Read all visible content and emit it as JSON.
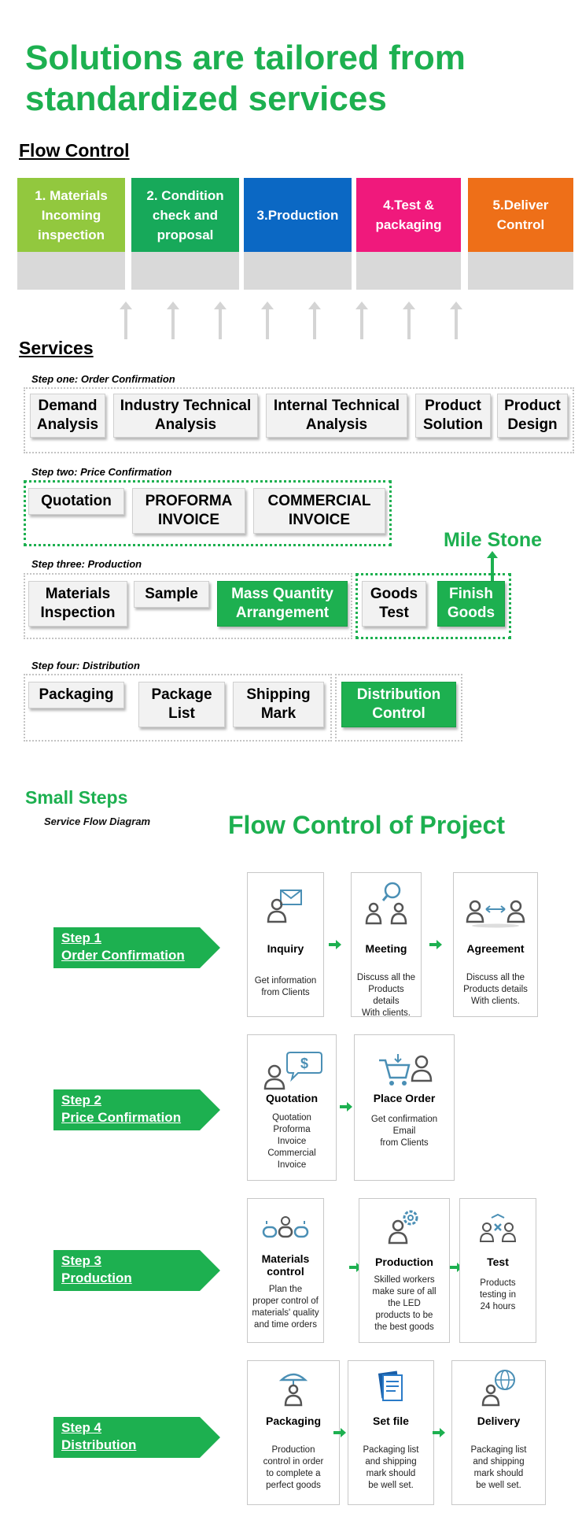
{
  "title_lines": [
    "Solutions are tailored from",
    "standardized services"
  ],
  "flow_control": {
    "heading": "Flow Control",
    "boxes": [
      {
        "lines": [
          "1. Materials",
          "Incoming",
          "inspection"
        ],
        "color": "#92c83e"
      },
      {
        "lines": [
          "2. Condition",
          "check and",
          "proposal"
        ],
        "color": "#17a95a"
      },
      {
        "lines": [
          "3.Production"
        ],
        "color": "#0b68c4"
      },
      {
        "lines": [
          "4.Test &",
          "packaging"
        ],
        "color": "#f0197c"
      },
      {
        "lines": [
          "5.Deliver",
          "Control"
        ],
        "color": "#ee6f18"
      }
    ]
  },
  "services": {
    "heading": "Services",
    "step_one": {
      "label": "Step one: Order Confirmation",
      "items": [
        [
          "Demand",
          "Analysis"
        ],
        [
          "Industry Technical",
          "Analysis"
        ],
        [
          "Internal Technical",
          "Analysis"
        ],
        [
          "Product",
          "Solution"
        ],
        [
          "Product",
          "Design"
        ]
      ]
    },
    "step_two": {
      "label": "Step two: Price Confirmation",
      "items": [
        [
          "Quotation"
        ],
        [
          "PROFORMA",
          "INVOICE"
        ],
        [
          "COMMERCIAL",
          "INVOICE"
        ]
      ]
    },
    "step_three": {
      "label": "Step three: Production",
      "items": [
        [
          "Materials",
          "Inspection"
        ],
        [
          "Sample"
        ],
        [
          "Mass Quantity",
          "Arrangement"
        ],
        [
          "Goods",
          "Test"
        ],
        [
          "Finish",
          "Goods"
        ]
      ]
    },
    "step_four": {
      "label": "Step four: Distribution",
      "items": [
        [
          "Packaging"
        ],
        [
          "Package",
          "List"
        ],
        [
          "Shipping",
          "Mark"
        ],
        [
          "Distribution",
          "Control"
        ]
      ]
    },
    "milestone": "Mile Stone"
  },
  "small_steps": "Small Steps",
  "service_flow_diagram": "Service Flow Diagram",
  "flow_control_project": "Flow Control of Project",
  "accent_color": "#1db050",
  "diagram": {
    "steps": [
      {
        "label": [
          "Step 1",
          "Order Confirmation"
        ],
        "cards": [
          {
            "title": [
              "Inquiry"
            ],
            "desc": [
              "Get information",
              "from Clients"
            ],
            "icon": "envelope-person-icon"
          },
          {
            "title": [
              "Meeting"
            ],
            "desc": [
              "Discuss all the",
              "Products details",
              "With clients."
            ],
            "icon": "meeting-people-icon"
          },
          {
            "title": [
              "Agreement"
            ],
            "desc": [
              "Discuss all the",
              "Products details",
              "With clients."
            ],
            "icon": "handshake-people-icon"
          }
        ]
      },
      {
        "label": [
          "Step 2",
          "Price Confirmation"
        ],
        "cards": [
          {
            "title": [
              "Quotation"
            ],
            "desc": [
              "Quotation",
              "Proforma",
              "Invoice",
              "Commercial",
              "Invoice"
            ],
            "icon": "quotation-dollar-icon"
          },
          {
            "title": [
              "Place Order"
            ],
            "desc": [
              "Get confirmation",
              "Email",
              "from Clients"
            ],
            "icon": "cart-person-icon"
          }
        ]
      },
      {
        "label": [
          "Step 3",
          "Production"
        ],
        "cards": [
          {
            "title": [
              "Materials",
              "control"
            ],
            "desc": [
              "Plan the",
              "proper control of",
              "materials' quality",
              "and time orders"
            ],
            "icon": "chain-icon"
          },
          {
            "title": [
              "Production"
            ],
            "desc": [
              "Skilled workers",
              "make sure of all",
              "the LED",
              "products to be",
              "the best goods"
            ],
            "icon": "gear-person-icon"
          },
          {
            "title": [
              "Test"
            ],
            "desc": [
              "Products",
              "testing in",
              "24 hours"
            ],
            "icon": "test-icon"
          }
        ]
      },
      {
        "label": [
          "Step 4",
          "Distribution"
        ],
        "cards": [
          {
            "title": [
              "Packaging"
            ],
            "desc": [
              "Production",
              "control in order",
              "to complete a",
              "perfect goods"
            ],
            "icon": "umbrella-person-icon"
          },
          {
            "title": [
              "Set file"
            ],
            "desc": [
              "Packaging list",
              "and shipping",
              "mark should",
              "be well set."
            ],
            "icon": "document-icon"
          },
          {
            "title": [
              "Delivery"
            ],
            "desc": [
              "Packaging list",
              "and shipping",
              "mark should",
              "be well set."
            ],
            "icon": "globe-person-icon"
          }
        ]
      }
    ]
  }
}
